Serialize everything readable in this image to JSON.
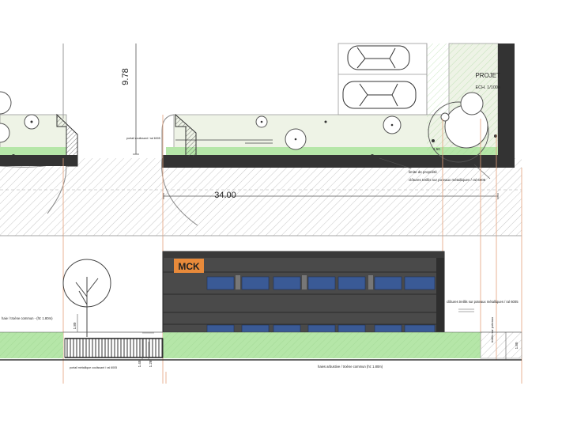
{
  "plan": {
    "dim_depth": "9.78",
    "dim_width": "34.00",
    "label_project": "PROJET",
    "label_scale": "ECH. 1/100e",
    "label_gate": "portail coulissant / ral 6005",
    "label_property_limit": "limite de propriété",
    "label_fence_plan": "clôtures treillis sur poteaux métalliques / ral 6005",
    "dim_small": "1.50"
  },
  "elevation": {
    "logo": "MCK",
    "label_hedge_left": "haie / troène commun - (ht: 1.80m)",
    "label_gate": "portail métallique coulissant / ral 6005",
    "label_hedge_bottom": "haies arbustive / troène commun (ht: 1.80m)",
    "label_fence": "clôtures treillis sur poteaux métalliques / ral 6005",
    "label_fence_vertical": "treillis sur poteaux",
    "dim_fence_height": "1.80",
    "dim_base": "1.45",
    "dim_gate": "1.28",
    "dim_right": "1.80"
  },
  "colors": {
    "lawn": "#eef3e6",
    "grass": "#b5e6a8",
    "wall": "#333333",
    "building": "#4a4a4a",
    "window": "#3a5a96",
    "accent": "#e88a3a",
    "guide": "#e3a07a"
  }
}
